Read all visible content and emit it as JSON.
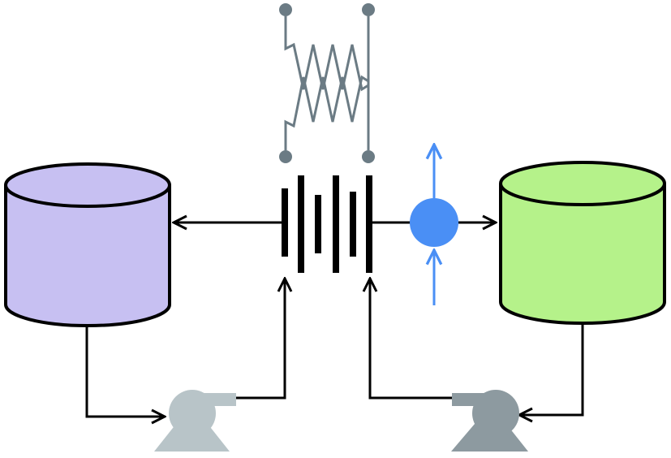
{
  "diagram": {
    "components": [
      {
        "id": "left-tank",
        "kind": "storage-tank",
        "fill": "#c7c0f2"
      },
      {
        "id": "right-tank",
        "kind": "storage-tank",
        "fill": "#b5f28a"
      },
      {
        "id": "cell-stack",
        "kind": "electrode-stack",
        "color": "#000000"
      },
      {
        "id": "resistor-network",
        "kind": "resistor",
        "color": "#6b7b84"
      },
      {
        "id": "left-pump",
        "kind": "pump",
        "fill": "#b8c4c8"
      },
      {
        "id": "right-pump",
        "kind": "pump",
        "fill": "#8d9aa0"
      },
      {
        "id": "flow-meter",
        "kind": "flow-sensor",
        "fill": "#4a8ff5"
      }
    ],
    "connections": [
      {
        "from": "cell-stack",
        "to": "left-tank"
      },
      {
        "from": "left-tank",
        "to": "left-pump"
      },
      {
        "from": "left-pump",
        "to": "cell-stack"
      },
      {
        "from": "cell-stack",
        "to": "flow-meter"
      },
      {
        "from": "flow-meter",
        "to": "right-tank"
      },
      {
        "from": "right-tank",
        "to": "right-pump"
      },
      {
        "from": "right-pump",
        "to": "cell-stack"
      }
    ]
  }
}
